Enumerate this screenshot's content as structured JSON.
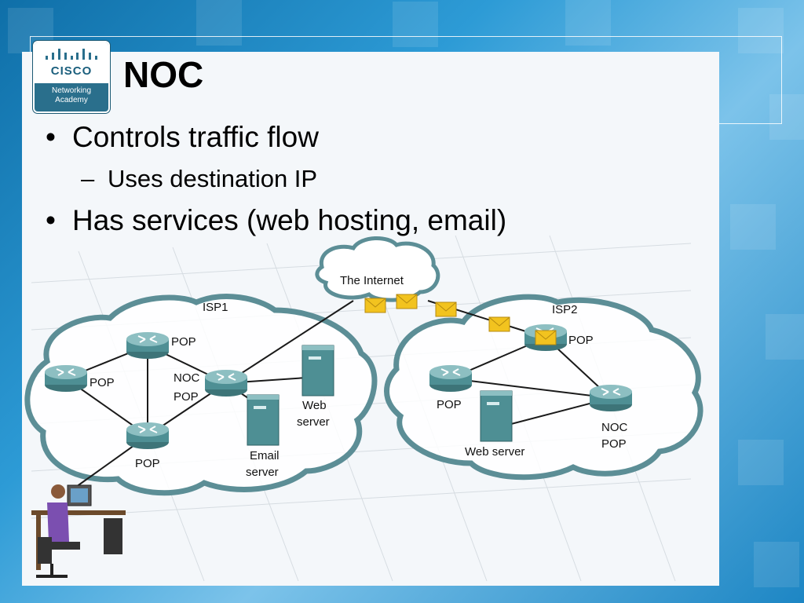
{
  "slide": {
    "title": "NOC",
    "bullets": [
      {
        "level": 1,
        "text": "Controls traffic flow"
      },
      {
        "level": 2,
        "text": "Uses destination IP"
      },
      {
        "level": 1,
        "text": "Has services (web hosting, email)"
      }
    ]
  },
  "logo": {
    "brand": "CISCO",
    "subtitle": "Networking\nAcademy"
  },
  "diagram": {
    "internet_label": "The Internet",
    "isp1": {
      "label": "ISP1",
      "pop_top": "POP",
      "pop_left": "POP",
      "pop_bottom": "POP",
      "noc_line1": "NOC",
      "noc_line2": "POP",
      "web_line1": "Web",
      "web_line2": "server",
      "email_line1": "Email",
      "email_line2": "server"
    },
    "isp2": {
      "label": "ISP2",
      "pop_top": "POP",
      "pop_left": "POP",
      "noc_line1": "NOC",
      "noc_line2": "POP",
      "web": "Web server"
    }
  },
  "colors": {
    "slide_bg": "#1d86c4",
    "cloud_stroke": "#5c8e96",
    "router": "#4e8f94",
    "envelope": "#f2c31f"
  }
}
